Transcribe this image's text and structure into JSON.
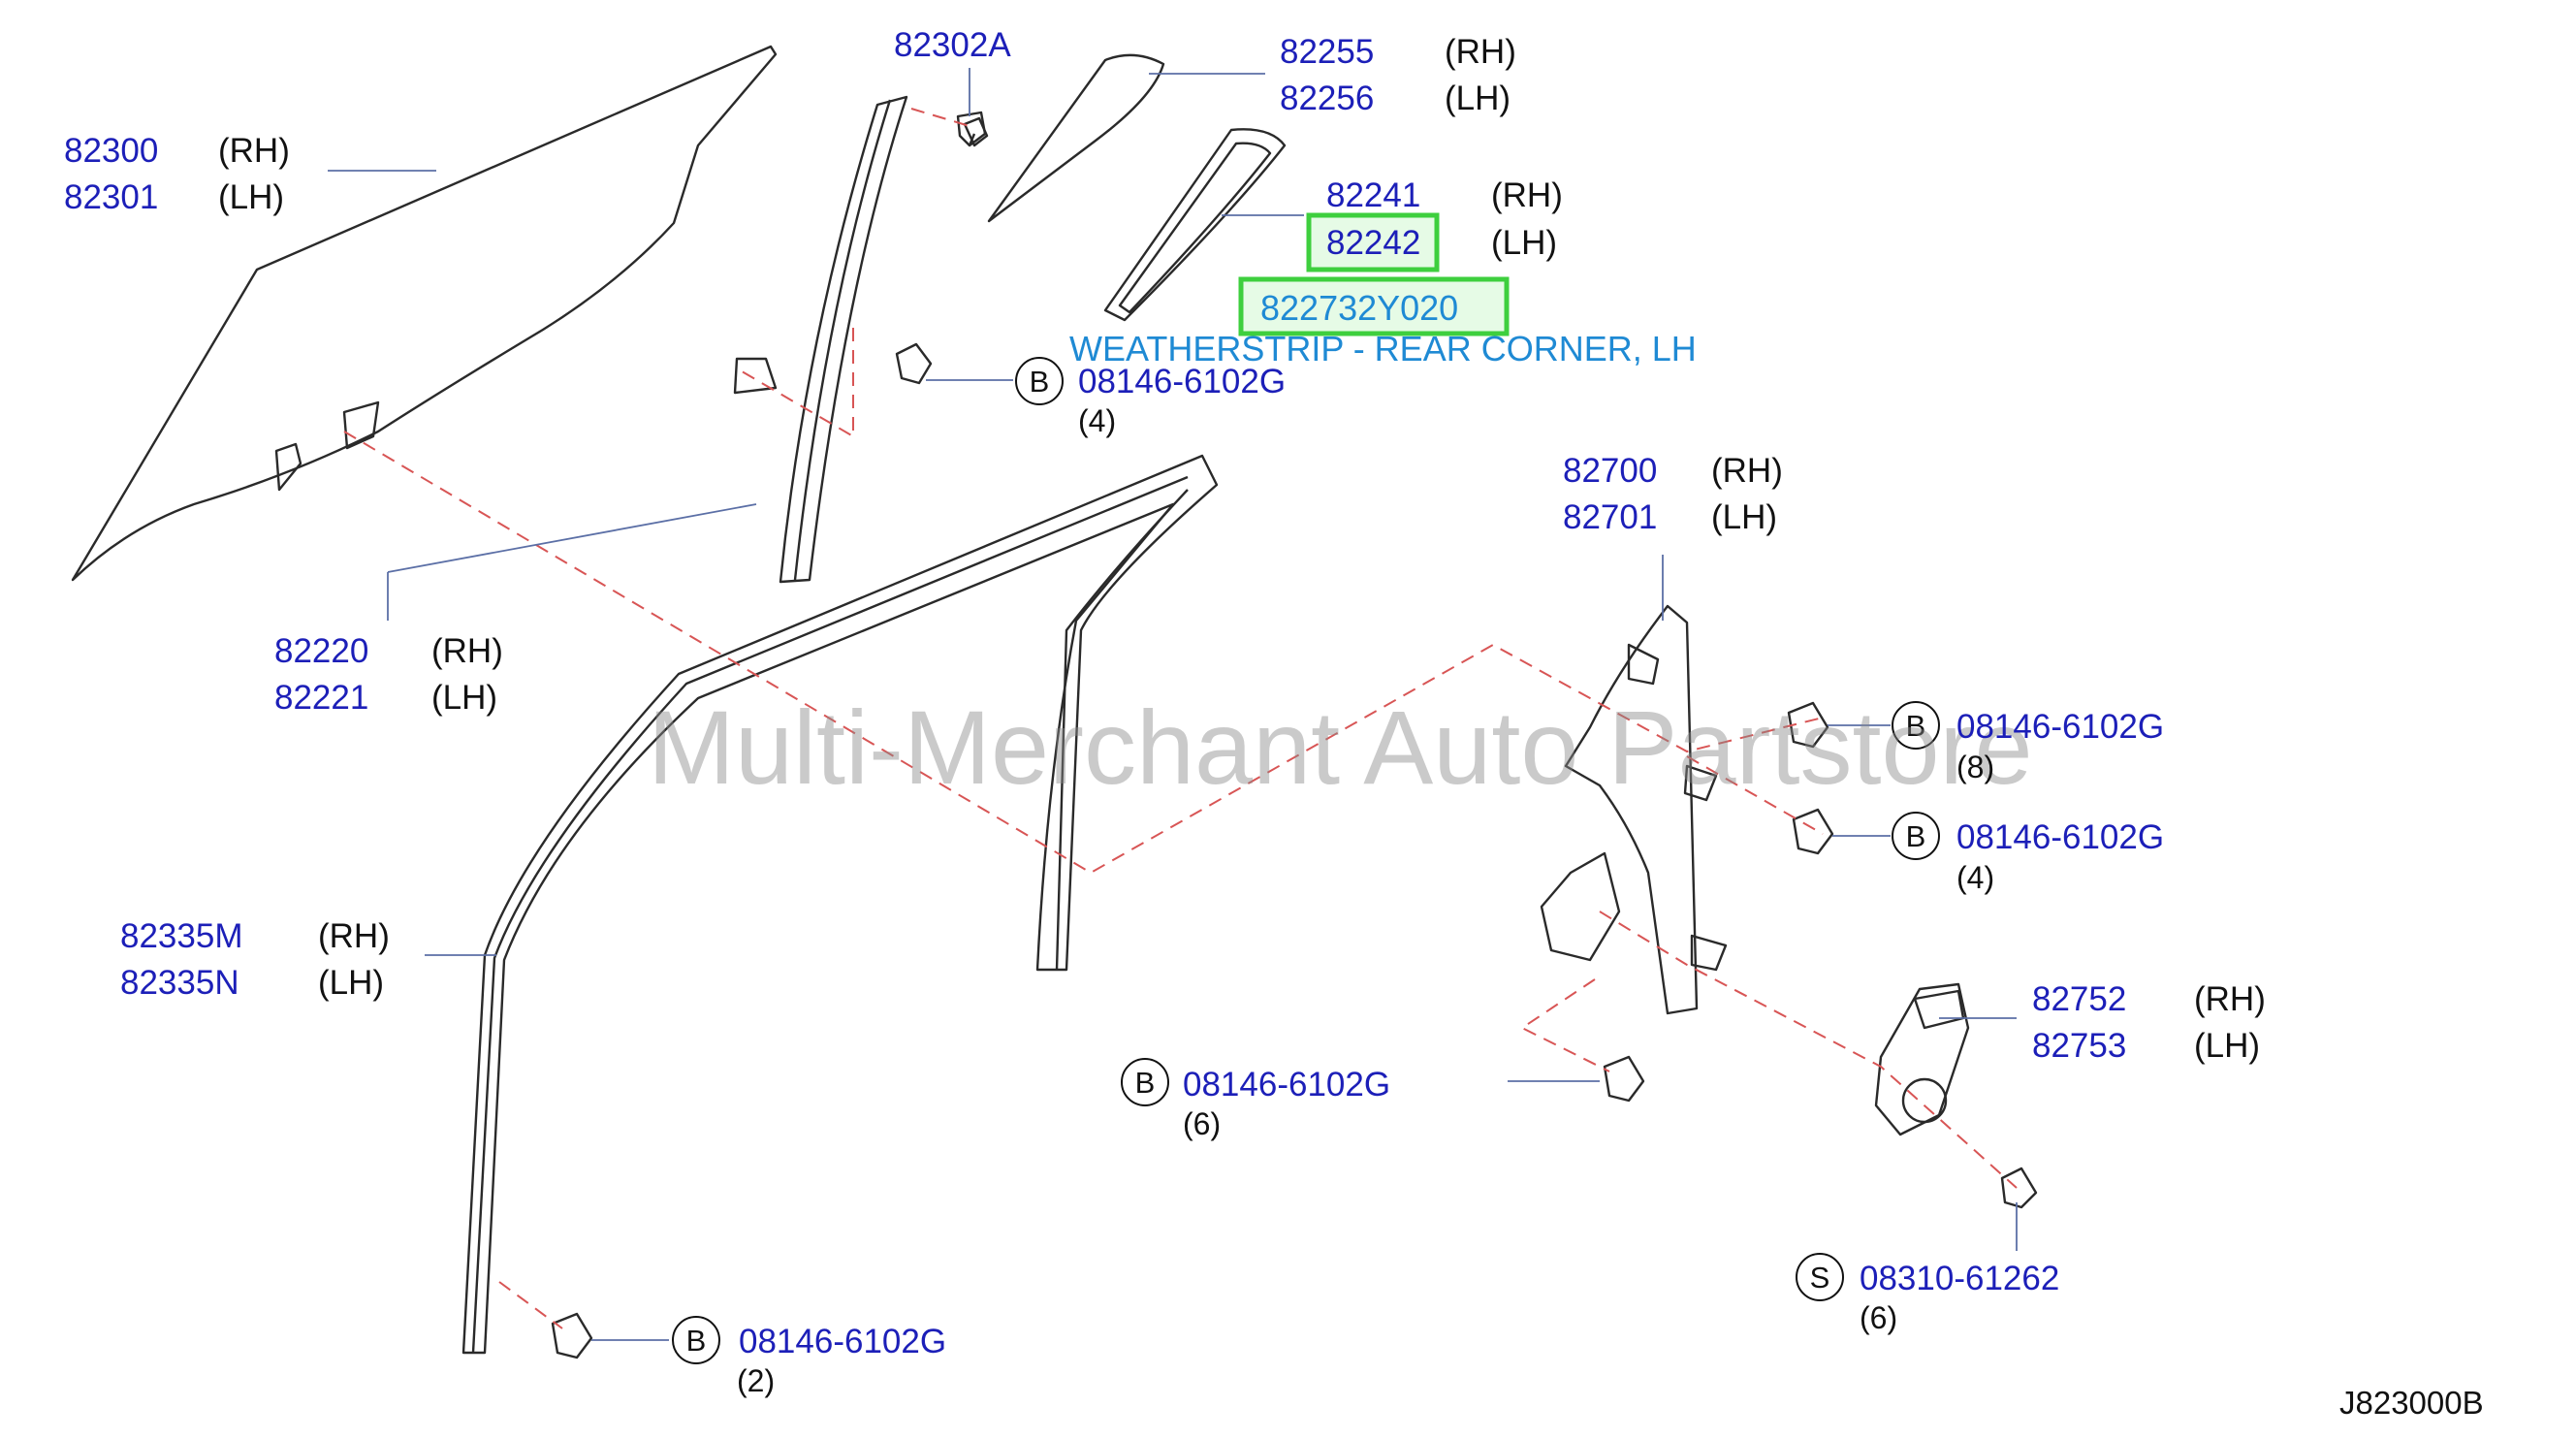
{
  "labels": {
    "p82302A": "82302A",
    "p82255": "82255",
    "p82256": "82256",
    "p82300": "82300",
    "p82301": "82301",
    "p82241": "82241",
    "p82242": "82242",
    "p822732Y020": "822732Y020",
    "weatherstrip_desc": "WEATHERSTRIP - REAR CORNER, LH",
    "p82220": "82220",
    "p82221": "82221",
    "p82700": "82700",
    "p82701": "82701",
    "p82335M": "82335M",
    "p82335N": "82335N",
    "p82752": "82752",
    "p82753": "82753",
    "bolt_b": "08146-6102G",
    "screw_s": "08310-61262",
    "rh": "(RH)",
    "lh": "(LH)",
    "circle_b": "B",
    "circle_s": "S",
    "q4": "(4)",
    "q8": "(8)",
    "q6": "(6)",
    "q2": "(2)",
    "diagram_ref": "J823000B"
  },
  "watermark": "Multi-Merchant Auto Partstore",
  "colors": {
    "part_number": "#1c1fb8",
    "highlight_border": "#3ecf3e",
    "highlight_text": "#1f8ad4",
    "watermark": "#8a8a8a",
    "leader_line": "#5b6fa6",
    "dashed_line": "#d85555"
  }
}
